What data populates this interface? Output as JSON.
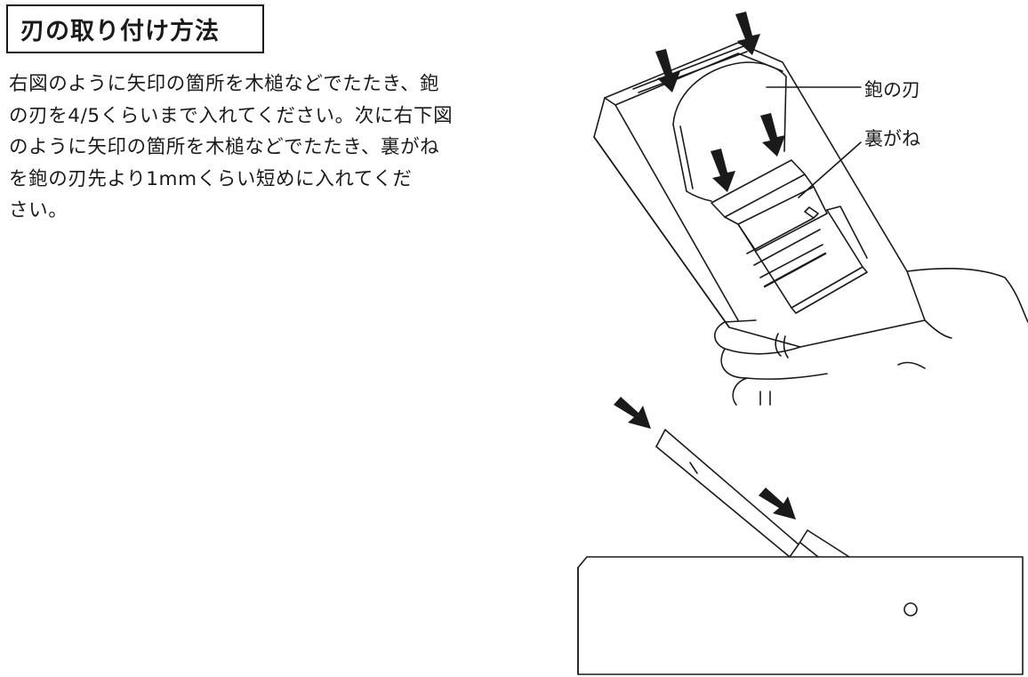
{
  "title": "刃の取り付け方法",
  "instructions": {
    "line1": "右図のように矢印の箇所を木槌などでたたき、鉋",
    "line2": "の刃を4/5くらいまで入れてください。次に右下図",
    "line3": "のように矢印の箇所を木槌などでたたき、裏がね",
    "line4": "を鉋の刃先より1mmくらい短めに入れてくだ",
    "line5": "さい。"
  },
  "labels": {
    "blade": "鉋の刃",
    "back_iron": "裏がね"
  },
  "colors": {
    "ink": "#1a1a1a",
    "background": "#ffffff"
  }
}
